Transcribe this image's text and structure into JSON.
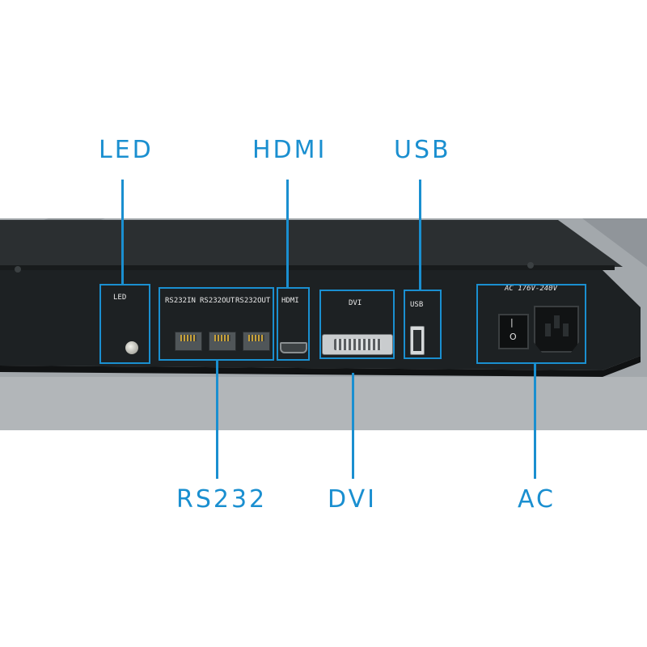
{
  "callouts": {
    "led": "LED",
    "hdmi": "HDMI",
    "usb": "USB",
    "rs232": "RS232",
    "dvi": "DVI",
    "ac": "AC"
  },
  "panel_labels": {
    "led": "LED",
    "rs232_in": "RS232IN",
    "rs232_out1": "RS232OUT",
    "rs232_out2": "RS232OUT",
    "hdmi": "HDMI",
    "dvi": "DVI",
    "usb": "USB",
    "ac": "AC 176V-240V"
  },
  "power_switch": {
    "on": "|",
    "off": "O"
  },
  "colors": {
    "accent": "#1a8fd0",
    "device_body": "#1e2224",
    "background_photo": "#a6abaf"
  }
}
